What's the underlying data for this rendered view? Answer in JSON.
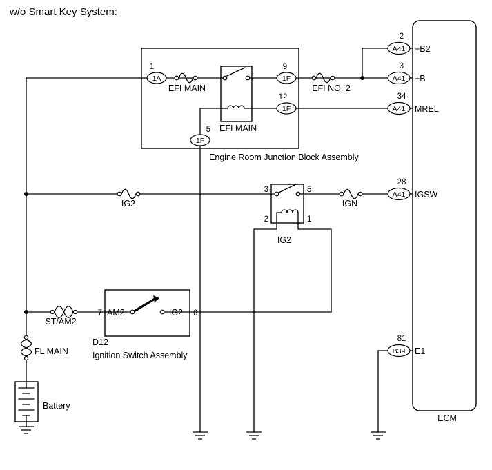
{
  "title": "w/o Smart Key System:",
  "junction_block": {
    "name": "Engine Room Junction Block Assembly",
    "conn_1a": {
      "num": "1",
      "id": "1A"
    },
    "fuse_efi_main": "EFI MAIN",
    "relay_efi_main": "EFI MAIN",
    "conn_9": {
      "num": "9",
      "id": "1F"
    },
    "conn_12": {
      "num": "12",
      "id": "1F"
    },
    "conn_5": {
      "num": "5",
      "id": "1F"
    }
  },
  "fuses": {
    "efi_no2": "EFI NO. 2",
    "ig2": "IG2",
    "ign": "IGN",
    "st_am2": "ST/AM2",
    "fl_main": "FL MAIN"
  },
  "ig2_relay": {
    "pin3": "3",
    "pin5": "5",
    "pin2": "2",
    "pin1": "1",
    "label": "IG2"
  },
  "ignition_switch": {
    "pin7": "7",
    "am2": "AM2",
    "ig2": "IG2",
    "pin6": "6",
    "code": "D12",
    "name": "Ignition Switch Assembly"
  },
  "battery": {
    "label": "Battery"
  },
  "ecm": {
    "label": "ECM",
    "pins": [
      {
        "num": "2",
        "conn": "A41",
        "name": "+B2"
      },
      {
        "num": "3",
        "conn": "A41",
        "name": "+B"
      },
      {
        "num": "34",
        "conn": "A41",
        "name": "MREL"
      },
      {
        "num": "28",
        "conn": "A41",
        "name": "IGSW"
      },
      {
        "num": "81",
        "conn": "B39",
        "name": "E1"
      }
    ]
  }
}
